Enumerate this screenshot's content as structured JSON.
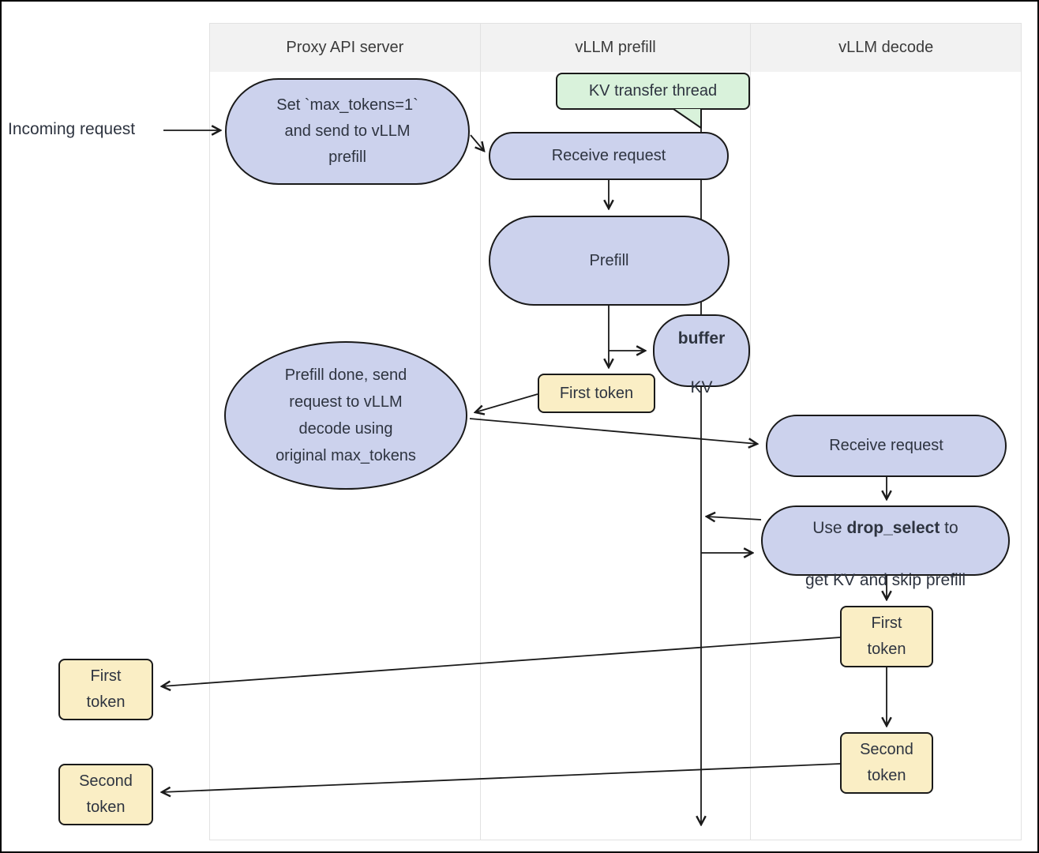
{
  "lanes": [
    {
      "label": "Proxy API server"
    },
    {
      "label": "vLLM prefill"
    },
    {
      "label": "vLLM decode"
    }
  ],
  "labels": {
    "incoming_request": "Incoming request"
  },
  "nodes": {
    "set_max_tokens": {
      "text": "Set `max_tokens=1`\nand send to vLLM\nprefill"
    },
    "kv_transfer_thread": {
      "text": "KV transfer thread"
    },
    "receive_request_prefill": {
      "text": "Receive request"
    },
    "prefill": {
      "text": "Prefill"
    },
    "buffer_kv": {
      "bold": "buffer",
      "text": "KV"
    },
    "first_token_prefill": {
      "text": "First token"
    },
    "prefill_done": {
      "text": "Prefill done, send\nrequest to vLLM\ndecode using\noriginal max_tokens"
    },
    "receive_request_decode": {
      "text": "Receive request"
    },
    "drop_select": {
      "pre": "Use ",
      "bold": "drop_select",
      "post": " to",
      "line2": "get KV and skip prefill"
    },
    "first_token_decode": {
      "text": "First\ntoken"
    },
    "second_token_decode": {
      "text": "Second\ntoken"
    },
    "first_token_left": {
      "text": "First\ntoken"
    },
    "second_token_left": {
      "text": "Second\ntoken"
    }
  },
  "colors": {
    "node_fill_purple": "#ccd2ed",
    "node_fill_yellow": "#faeec5",
    "node_fill_green": "#d9f2db",
    "node_border": "#1a1a1a",
    "lane_header_bg": "#f2f2f2",
    "lane_border": "#e2e2e2",
    "arrow": "#1a1a1a",
    "text": "#2e3440",
    "canvas_border": "#000000"
  }
}
